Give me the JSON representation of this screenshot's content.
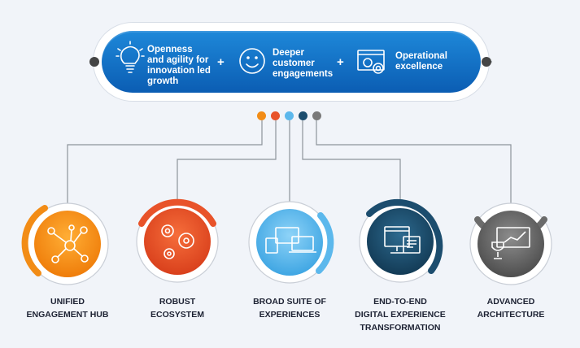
{
  "banner": {
    "items": [
      {
        "icon": "lightbulb-icon",
        "text": "Openness\nand agility for\ninnovation led\ngrowth"
      },
      {
        "icon": "smiley-face-icon",
        "text": "Deeper\ncustomer\nengagements"
      },
      {
        "icon": "gear-window-icon",
        "text": "Operational\nexcellence"
      }
    ],
    "plus": "+"
  },
  "pillars": [
    {
      "label": "UNIFIED\nENGAGEMENT HUB",
      "icon": "network-hub-icon",
      "color": "#f28c16"
    },
    {
      "label": "ROBUST\nECOSYSTEM",
      "icon": "gears-icon",
      "color": "#e8532a"
    },
    {
      "label": "BROAD SUITE OF\nEXPERIENCES",
      "icon": "devices-icon",
      "color": "#5cb8ec"
    },
    {
      "label": "END-TO-END\nDIGITAL EXPERIENCE\nTRANSFORMATION",
      "icon": "digital-screens-icon",
      "color": "#1c4d6e"
    },
    {
      "label": "ADVANCED\nARCHITECTURE",
      "icon": "trophy-chart-icon",
      "color": "#6b6b6b"
    }
  ]
}
